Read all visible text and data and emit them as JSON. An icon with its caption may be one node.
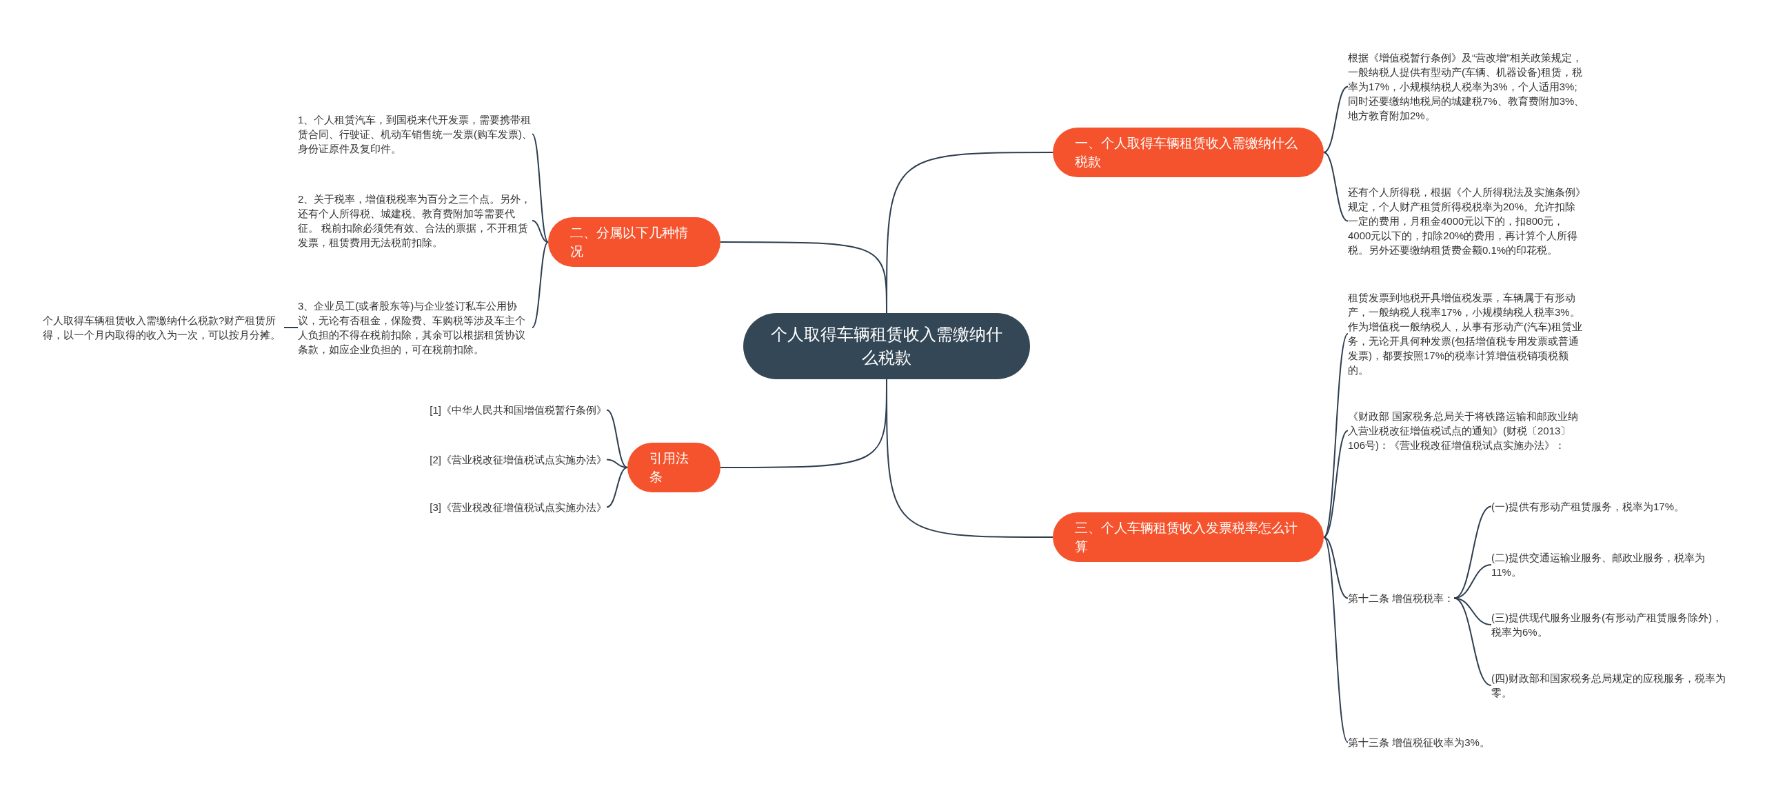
{
  "diagram": {
    "nodes": [
      {
        "text": [
          "个人取得车辆租赁收入需缴纳什么税款"
        ]
      },
      {
        "text": [
          "一、个人取得车辆租赁收入需缴纳什么税款"
        ]
      },
      {
        "text": [
          "二、分属以下几种情况"
        ]
      },
      {
        "text": [
          "引用法条"
        ]
      },
      {
        "text": [
          "三、个人车辆租赁收入发票税率怎么计算"
        ]
      },
      {
        "text": [
          "根据《增值税暂行条例》及“营改增”相关政策规定，一般纳税人提供有型动产(车辆、机器设备)租赁，税率为17%，小规模纳税人税率为3%，个人适用3%;同时还要缴纳地税局的城建税7%、教育费附加3%、地方教育附加2%。"
        ]
      },
      {
        "text": [
          "还有个人所得税，根据《个人所得税法及实施条例》规定，个人财产租赁所得税税率为20%。允许扣除一定的费用，月租金4000元以下的，扣800元，4000元以下的，扣除20%的费用，再计算个人所得税。另外还要缴纳租赁费金额0.1%的印花税。"
        ]
      },
      {
        "text": [
          "1、个人租赁汽车，到国税来代开发票，需要携带租赁合同、行驶证、机动车销售统一发票(购车发票)、身份证原件及复印件。"
        ]
      },
      {
        "text": [
          "2、关于税率，增值税税率为百分之三个点。另外，还有个人所得税、城建税、教育费附加等需要代征。 税前扣除必须凭有效、合法的票据，不开租赁发票，租赁费用无法税前扣除。"
        ]
      },
      {
        "text": [
          "3、企业员工(或者股东等)与企业签订私车公用协议，无论有否租金，保险费、车购税等涉及车主个人负担的不得在税前扣除，其余可以根据租赁协议条款，如应企业负担的，可在税前扣除。"
        ]
      },
      {
        "text": [
          "个人取得车辆租赁收入需缴纳什么税款?财产租赁所得，以一个月内取得的收入为一次，可以按月分摊。"
        ]
      },
      {
        "text": [
          "[1]《中华人民共和国增值税暂行条例》"
        ]
      },
      {
        "text": [
          "[2]《营业税改征增值税试点实施办法》"
        ]
      },
      {
        "text": [
          "[3]《营业税改征增值税试点实施办法》"
        ]
      },
      {
        "text": [
          "租赁发票到地税开具增值税发票，车辆属于有形动产，一般纳税人税率17%，小规模纳税人税率3%。作为增值税一般纳税人，从事有形动产(汽车)租赁业务，无论开具何种发票(包括增值税专用发票或普通发票)，都要按照17%的税率计算增值税销项税额的。"
        ]
      },
      {
        "text": [
          "《财政部 国家税务总局关于将铁路运输和邮政业纳入营业税改征增值税试点的通知》(财税〔2013〕106号)：《营业税改征增值税试点实施办法》："
        ]
      },
      {
        "text": [
          "第十二条 增值税税率："
        ]
      },
      {
        "text": [
          "第十三条 增值税征收率为3%。"
        ]
      },
      {
        "text": [
          "(一)提供有形动产租赁服务，税率为17%。"
        ]
      },
      {
        "text": [
          "(二)提供交通运输业服务、邮政业服务，税率为11%。"
        ]
      },
      {
        "text": [
          "(三)提供现代服务业服务(有形动产租赁服务除外)，税率为6%。"
        ]
      },
      {
        "text": [
          "(四)财政部和国家税务总局规定的应税服务，税率为零。"
        ]
      }
    ],
    "edges": [
      {
        "from": 0,
        "to": 1,
        "arrow": "none"
      },
      {
        "from": 0,
        "to": 2,
        "arrow": "none"
      },
      {
        "from": 0,
        "to": 3,
        "arrow": "none"
      },
      {
        "from": 0,
        "to": 4,
        "arrow": "none"
      },
      {
        "from": 1,
        "to": 5,
        "arrow": "none"
      },
      {
        "from": 1,
        "to": 6,
        "arrow": "none"
      },
      {
        "from": 2,
        "to": 7,
        "arrow": "none"
      },
      {
        "from": 2,
        "to": 8,
        "arrow": "none"
      },
      {
        "from": 2,
        "to": 9,
        "arrow": "none"
      },
      {
        "from": 9,
        "to": 10,
        "arrow": "none"
      },
      {
        "from": 3,
        "to": 11,
        "arrow": "none"
      },
      {
        "from": 3,
        "to": 12,
        "arrow": "none"
      },
      {
        "from": 3,
        "to": 13,
        "arrow": "none"
      },
      {
        "from": 4,
        "to": 14,
        "arrow": "none"
      },
      {
        "from": 4,
        "to": 15,
        "arrow": "none"
      },
      {
        "from": 4,
        "to": 16,
        "arrow": "none"
      },
      {
        "from": 4,
        "to": 17,
        "arrow": "none"
      },
      {
        "from": 16,
        "to": 18,
        "arrow": "none"
      },
      {
        "from": 16,
        "to": 19,
        "arrow": "none"
      },
      {
        "from": 16,
        "to": 20,
        "arrow": "none"
      },
      {
        "from": 16,
        "to": 21,
        "arrow": "none"
      }
    ]
  }
}
